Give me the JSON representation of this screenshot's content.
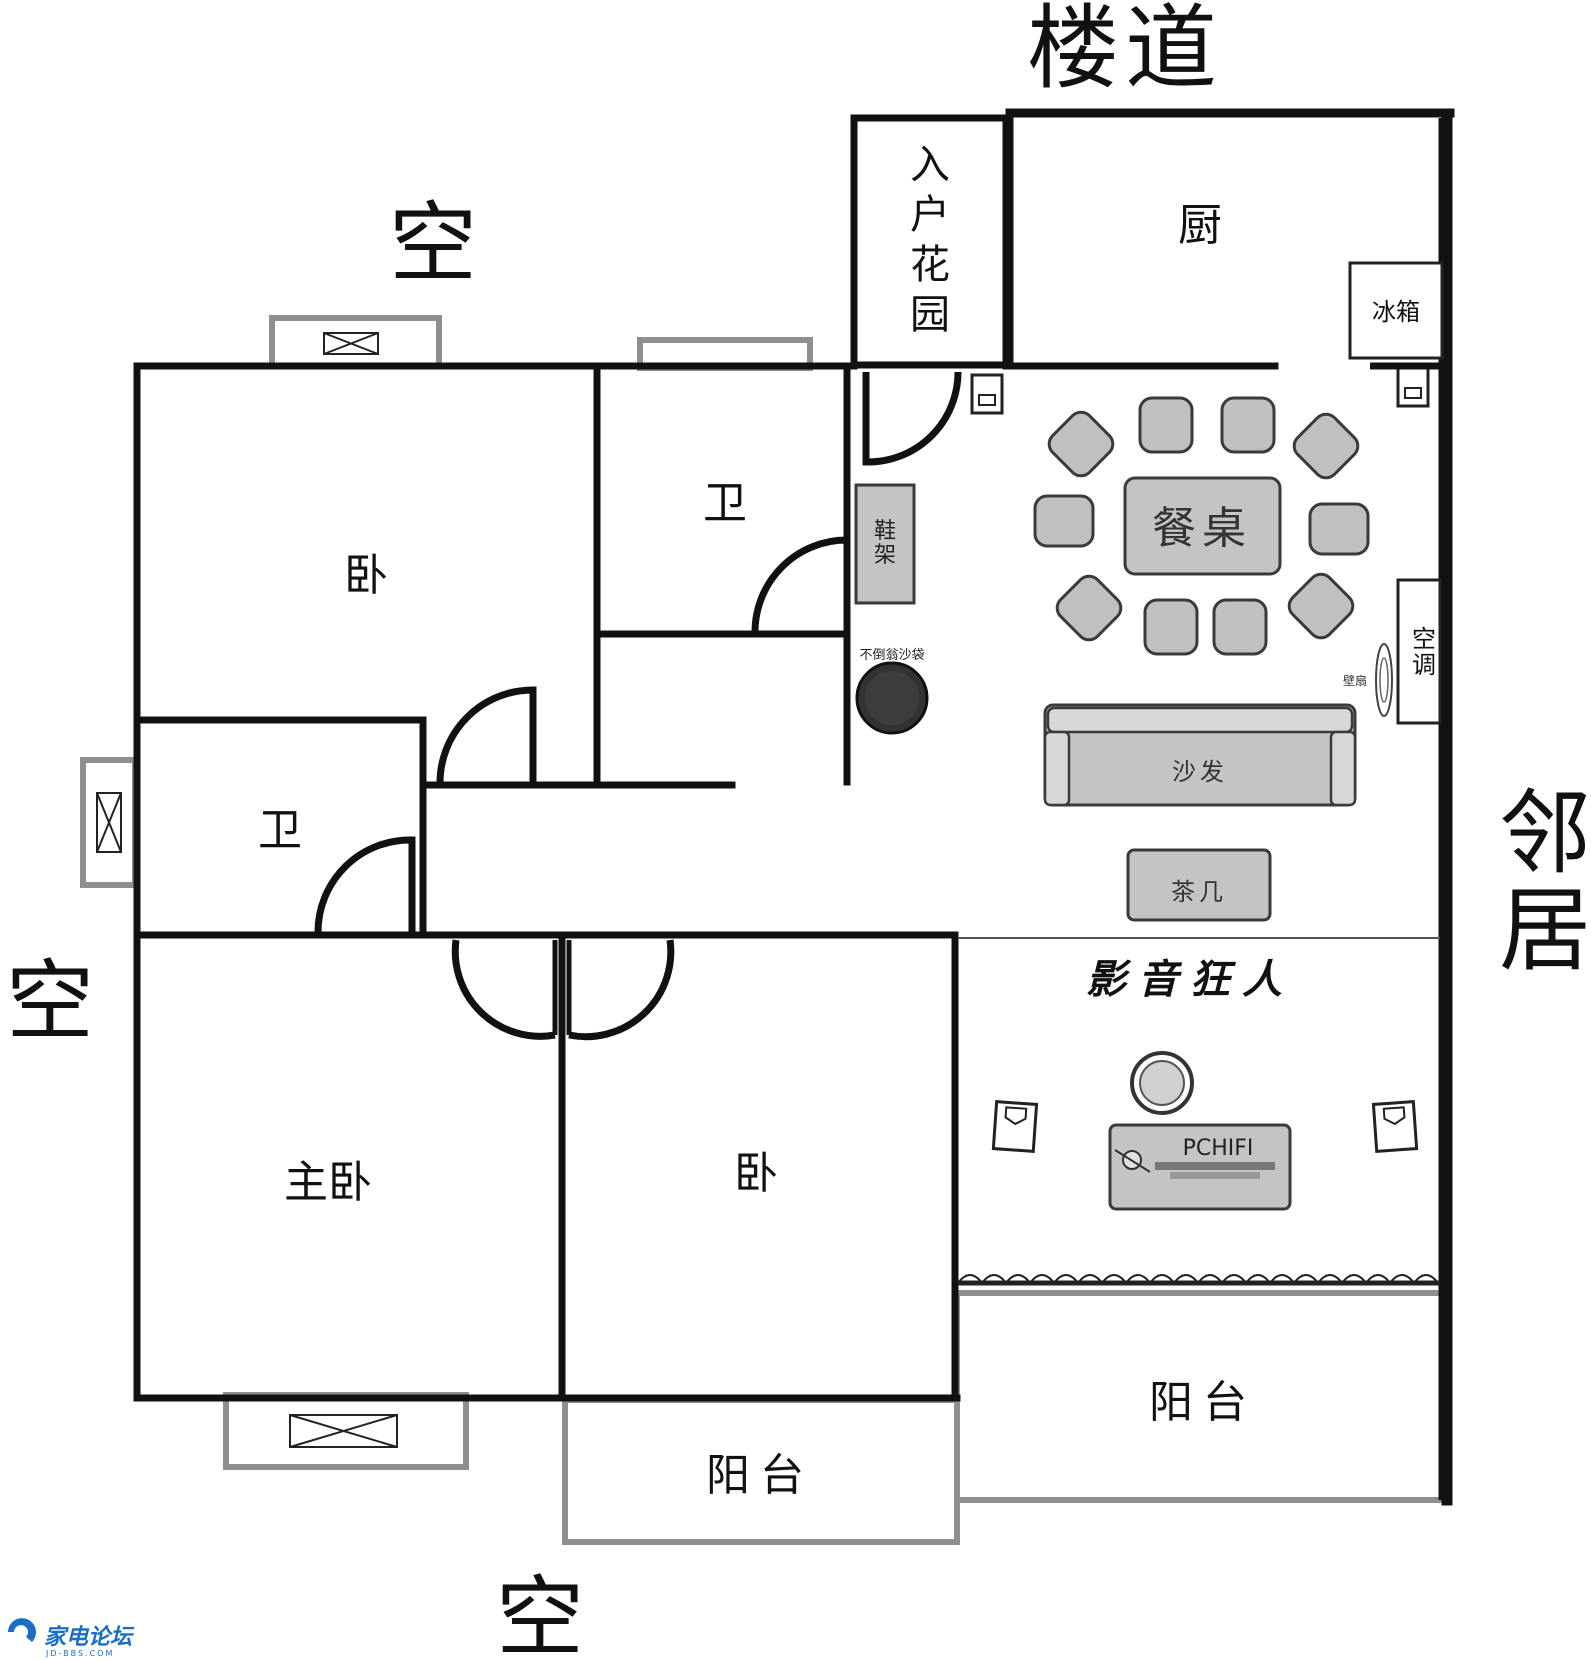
{
  "surroundings": {
    "top_corridor": "楼道",
    "neighbor": "邻居",
    "empty": "空"
  },
  "rooms": {
    "entry_garden": "入户花园",
    "kitchen": "厨",
    "fridge": "冰箱",
    "bedroom": "卧",
    "master_bedroom": "主卧",
    "bathroom": "卫",
    "balcony": "阳台"
  },
  "furniture": {
    "dining_table": "餐桌",
    "shoe_rack": "鞋架",
    "beanbag": "不倒翁沙袋",
    "air_conditioner": "空调",
    "wall_fan": "壁扇",
    "sofa": "沙发",
    "tea_table": "茶几",
    "pc_desk": "PCHIFI"
  },
  "zone_label": "影音狂人",
  "watermark": {
    "brand": "家电论坛",
    "url": "JD-BBS.COM"
  },
  "colors": {
    "wall": "#111111",
    "window_frame": "#8f8f8f",
    "furniture_fill": "#c4c4c4",
    "watermark_blue": "#1a6fc4"
  }
}
